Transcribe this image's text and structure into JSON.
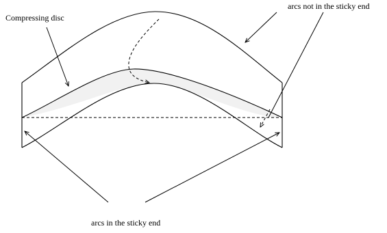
{
  "labels": {
    "compressing_disc": "Compressing disc",
    "arcs_not_sticky": "arcs not in the sticky end",
    "arcs_sticky": "arcs in the sticky end"
  },
  "colors": {
    "disc_fill": "#f1f1f1",
    "stroke": "#000000",
    "background": "#ffffff"
  }
}
